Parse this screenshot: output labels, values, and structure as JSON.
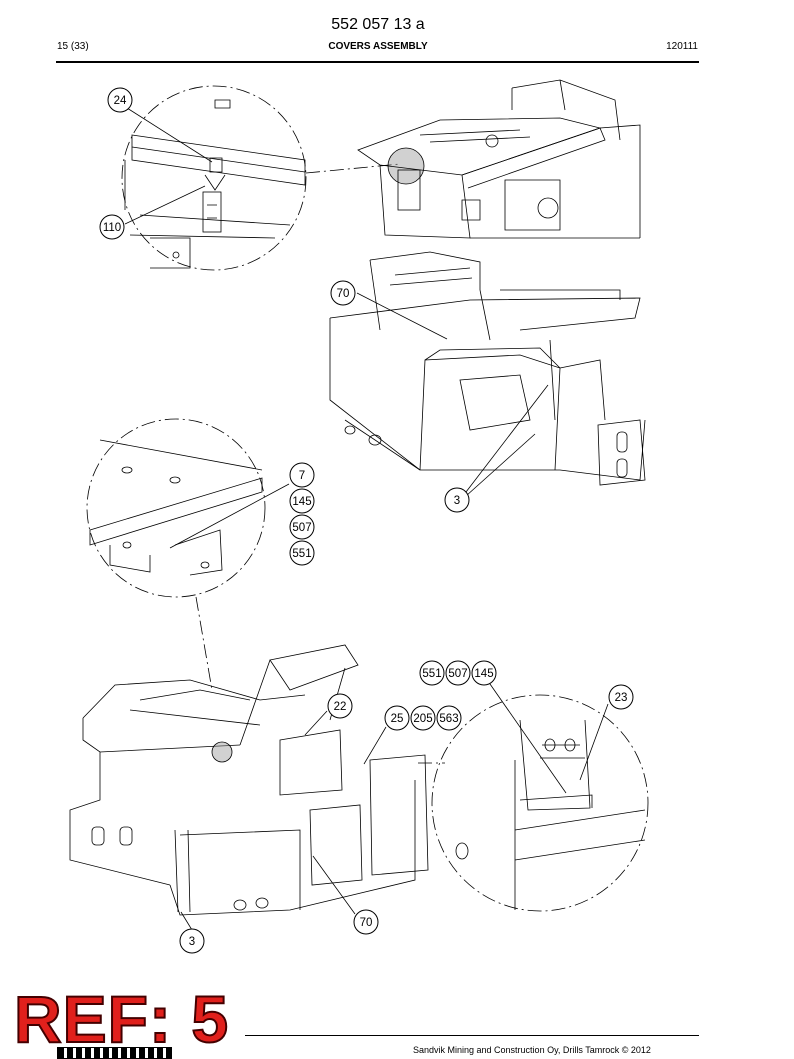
{
  "header": {
    "doc_number": "552 057 13 a",
    "page": "15 (33)",
    "title": "COVERS ASSEMBLY",
    "date_code": "120111"
  },
  "callouts": {
    "c24": "24",
    "c110": "110",
    "c70a": "70",
    "c7": "7",
    "c145a": "145",
    "c507a": "507",
    "c551a": "551",
    "c3a": "3",
    "c551b": "551",
    "c507b": "507",
    "c145b": "145",
    "c23": "23",
    "c22": "22",
    "c25": "25",
    "c205": "205",
    "c563": "563",
    "c70b": "70",
    "c3b": "3"
  },
  "stamp": "REF: 5",
  "footer": {
    "copyright": "Sandvik Mining and Construction Oy, Drills Tamrock © 2012"
  }
}
